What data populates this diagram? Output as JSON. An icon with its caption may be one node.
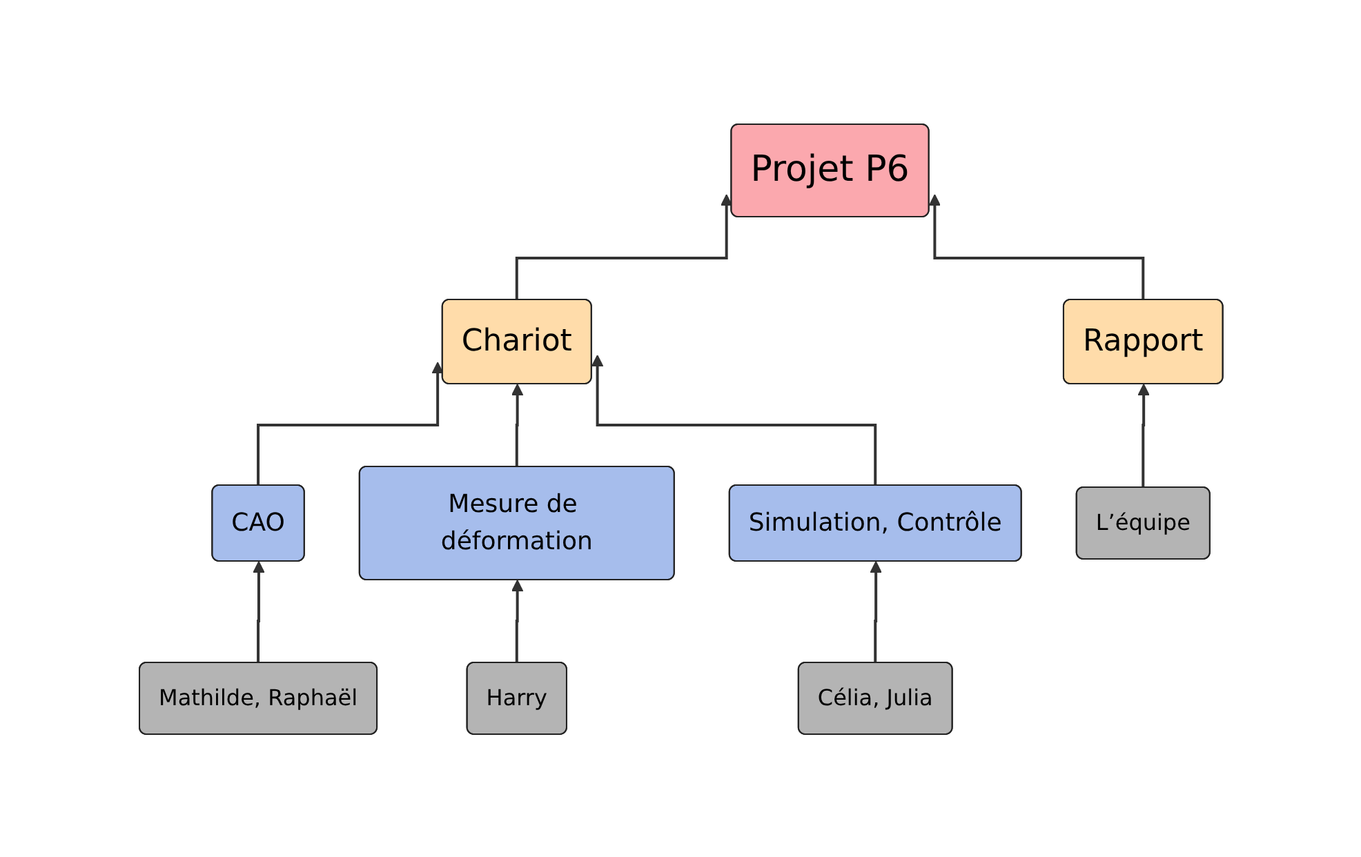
{
  "diagram": {
    "nodes": [
      {
        "text": [
          "Projet P6"
        ]
      },
      {
        "text": [
          "Chariot"
        ]
      },
      {
        "text": [
          "Rapport"
        ]
      },
      {
        "text": [
          "CAO"
        ]
      },
      {
        "text": [
          "Mesure de déformation"
        ]
      },
      {
        "text": [
          "Simulation, Contrôle"
        ]
      },
      {
        "text": [
          "Mathilde, Raphaël"
        ]
      },
      {
        "text": [
          "Harry"
        ]
      },
      {
        "text": [
          "Célia, Julia"
        ]
      },
      {
        "text": [
          "L’équipe"
        ]
      }
    ],
    "edges": [
      {
        "from": 1,
        "to": 0,
        "arrow": "to"
      },
      {
        "from": 2,
        "to": 0,
        "arrow": "to"
      },
      {
        "from": 3,
        "to": 1,
        "arrow": "to"
      },
      {
        "from": 4,
        "to": 1,
        "arrow": "to"
      },
      {
        "from": 5,
        "to": 1,
        "arrow": "to"
      },
      {
        "from": 6,
        "to": 3,
        "arrow": "to"
      },
      {
        "from": 7,
        "to": 4,
        "arrow": "to"
      },
      {
        "from": 8,
        "to": 5,
        "arrow": "to"
      },
      {
        "from": 9,
        "to": 2,
        "arrow": "to"
      }
    ]
  }
}
